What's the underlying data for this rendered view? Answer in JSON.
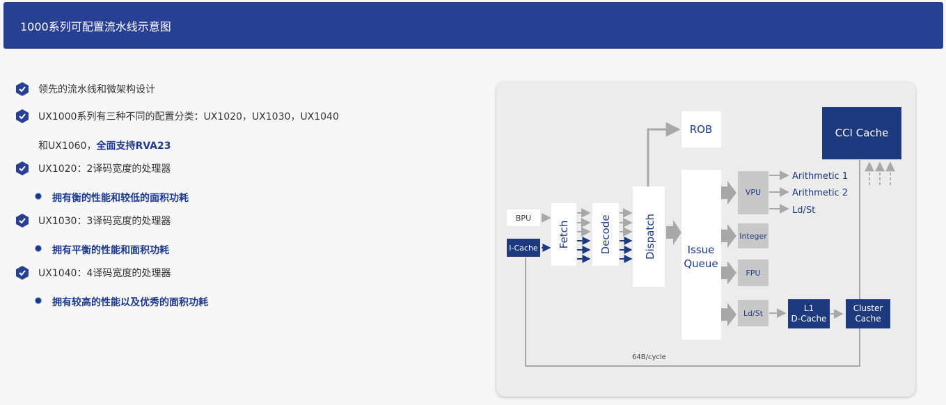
{
  "header": {
    "title": "1000系列可配置流水线示意图"
  },
  "features": [
    {
      "text": "领先的流水线和微架构设计"
    },
    {
      "text": "UX1000系列有三种不同的配置分类：UX1020，UX1030，UX1040"
    },
    {
      "text": "UX1020：2译码宽度的处理器"
    },
    {
      "text": "UX1030：3译码宽度的处理器"
    },
    {
      "text": "UX1040：4译码宽度的处理器"
    }
  ],
  "continuation": {
    "prefix": "和UX1060，",
    "strong": "全面支持RVA23"
  },
  "subpoints": [
    {
      "text": "拥有衡的性能和较低的面积功耗"
    },
    {
      "text": "拥有平衡的性能和面积功耗"
    },
    {
      "text": "拥有较高的性能以及优秀的面积功耗"
    }
  ],
  "diagram": {
    "bpu": "BPU",
    "icache": "I-Cache",
    "fetch": "Fetch",
    "decode": "Decode",
    "dispatch": "Dispatch",
    "rob": "ROB",
    "issue_line1": "Issue",
    "issue_line2": "Queue",
    "vpu": "VPU",
    "integer": "Integer",
    "fpu": "FPU",
    "ldst": "Ld/St",
    "arith1": "Arithmetic 1",
    "arith2": "Arithmetic 2",
    "ldst_out": "Ld/St",
    "l1_line1": "L1",
    "l1_line2": "D-Cache",
    "cluster_line1": "Cluster",
    "cluster_line2": "Cache",
    "cci": "CCI Cache",
    "bus": "64B/cycle"
  },
  "colors": {
    "brand": "#284094",
    "dark_block": "#1d3a7e",
    "grey_block": "#c8c8c8",
    "arrow_grey": "#a8a8a8"
  }
}
